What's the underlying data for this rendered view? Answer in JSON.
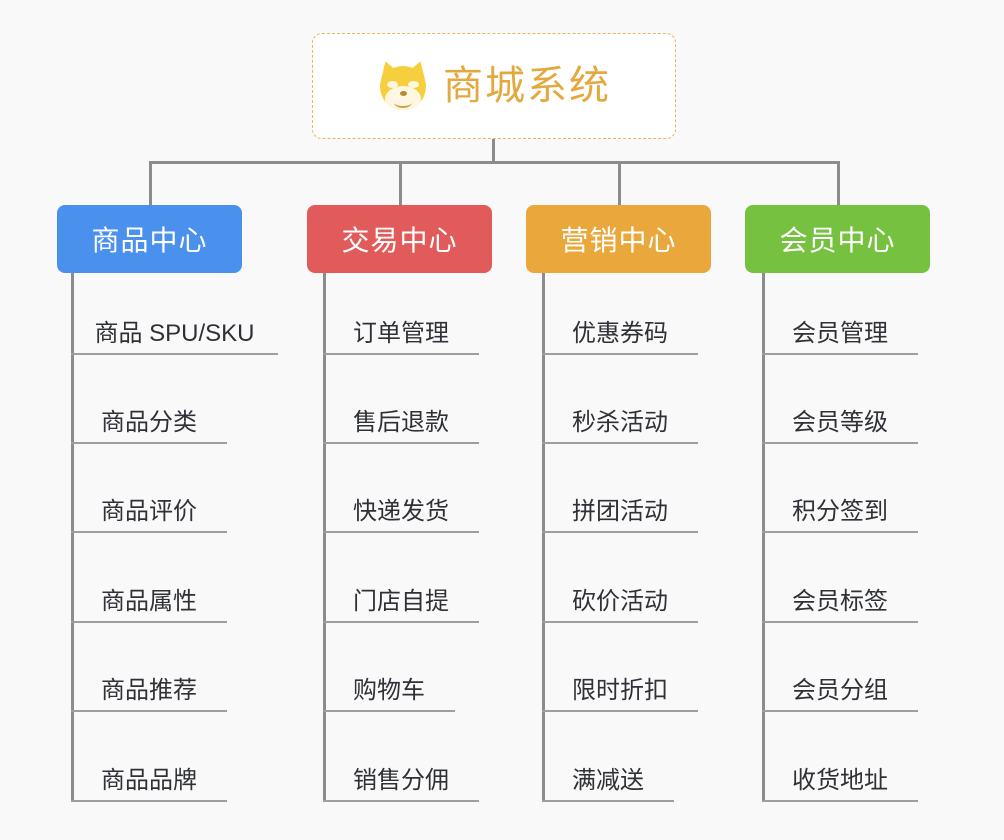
{
  "background_color": "#f9f9f9",
  "root": {
    "title": "商城系统",
    "icon": "dog-face-icon",
    "title_color": "#e3a93e",
    "border_color": "#e8b55c"
  },
  "connector_color": "#8c8c8c",
  "categories": [
    {
      "label": "商品中心",
      "color": "#4a90ed",
      "items": [
        "商品 SPU/SKU",
        "商品分类",
        "商品评价",
        "商品属性",
        "商品推荐",
        "商品品牌"
      ]
    },
    {
      "label": "交易中心",
      "color": "#e15b5b",
      "items": [
        "订单管理",
        "售后退款",
        "快递发货",
        "门店自提",
        "购物车",
        "销售分佣"
      ]
    },
    {
      "label": "营销中心",
      "color": "#eaa83c",
      "items": [
        "优惠券码",
        "秒杀活动",
        "拼团活动",
        "砍价活动",
        "限时折扣",
        "满减送"
      ]
    },
    {
      "label": "会员中心",
      "color": "#76c240",
      "items": [
        "会员管理",
        "会员等级",
        "积分签到",
        "会员标签",
        "会员分组",
        "收货地址"
      ]
    }
  ]
}
